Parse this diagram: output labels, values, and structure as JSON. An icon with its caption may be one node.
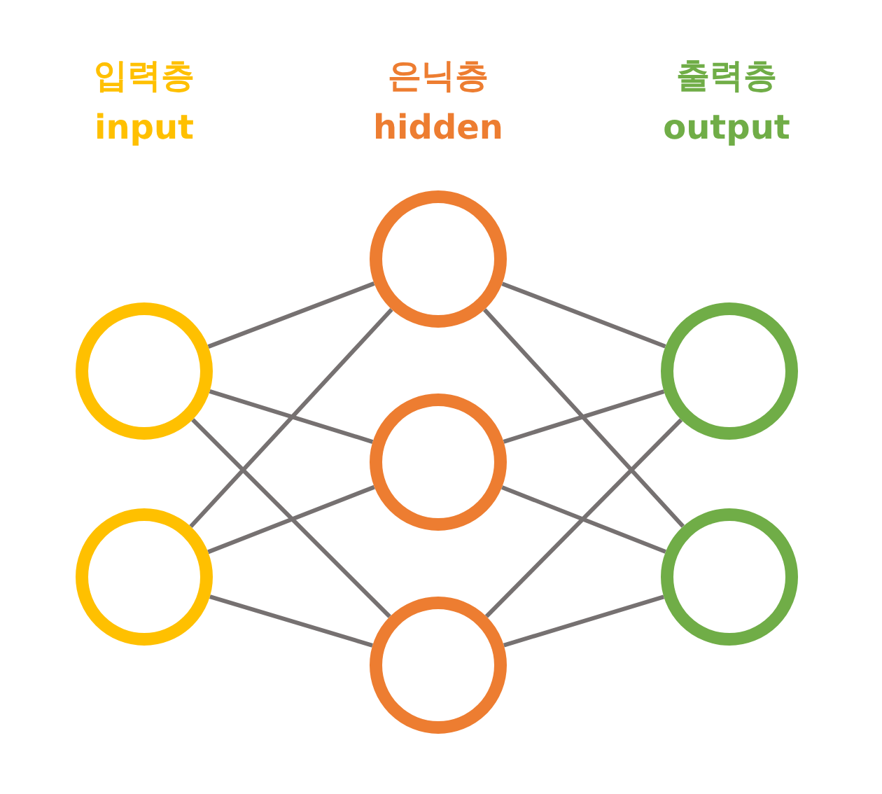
{
  "diagram": {
    "nodes": [
      {
        "text": [],
        "shape": "circle"
      },
      {
        "text": [],
        "shape": "circle"
      },
      {
        "text": [],
        "shape": "circle"
      },
      {
        "text": [],
        "shape": "circle"
      },
      {
        "text": [],
        "shape": "circle"
      },
      {
        "text": [],
        "shape": "circle"
      },
      {
        "text": [],
        "shape": "circle"
      }
    ],
    "edges": [
      {
        "from": 0,
        "to": 2,
        "arrow": "none"
      },
      {
        "from": 0,
        "to": 3,
        "arrow": "none"
      },
      {
        "from": 0,
        "to": 4,
        "arrow": "none"
      },
      {
        "from": 1,
        "to": 2,
        "arrow": "none"
      },
      {
        "from": 1,
        "to": 3,
        "arrow": "none"
      },
      {
        "from": 1,
        "to": 4,
        "arrow": "none"
      },
      {
        "from": 2,
        "to": 5,
        "arrow": "none"
      },
      {
        "from": 2,
        "to": 6,
        "arrow": "none"
      },
      {
        "from": 3,
        "to": 5,
        "arrow": "none"
      },
      {
        "from": 3,
        "to": 6,
        "arrow": "none"
      },
      {
        "from": 4,
        "to": 5,
        "arrow": "none"
      },
      {
        "from": 4,
        "to": 6,
        "arrow": "none"
      }
    ],
    "labels": [
      "입력층",
      "input",
      "은닉층",
      "hidden",
      "출력층",
      "output"
    ]
  }
}
